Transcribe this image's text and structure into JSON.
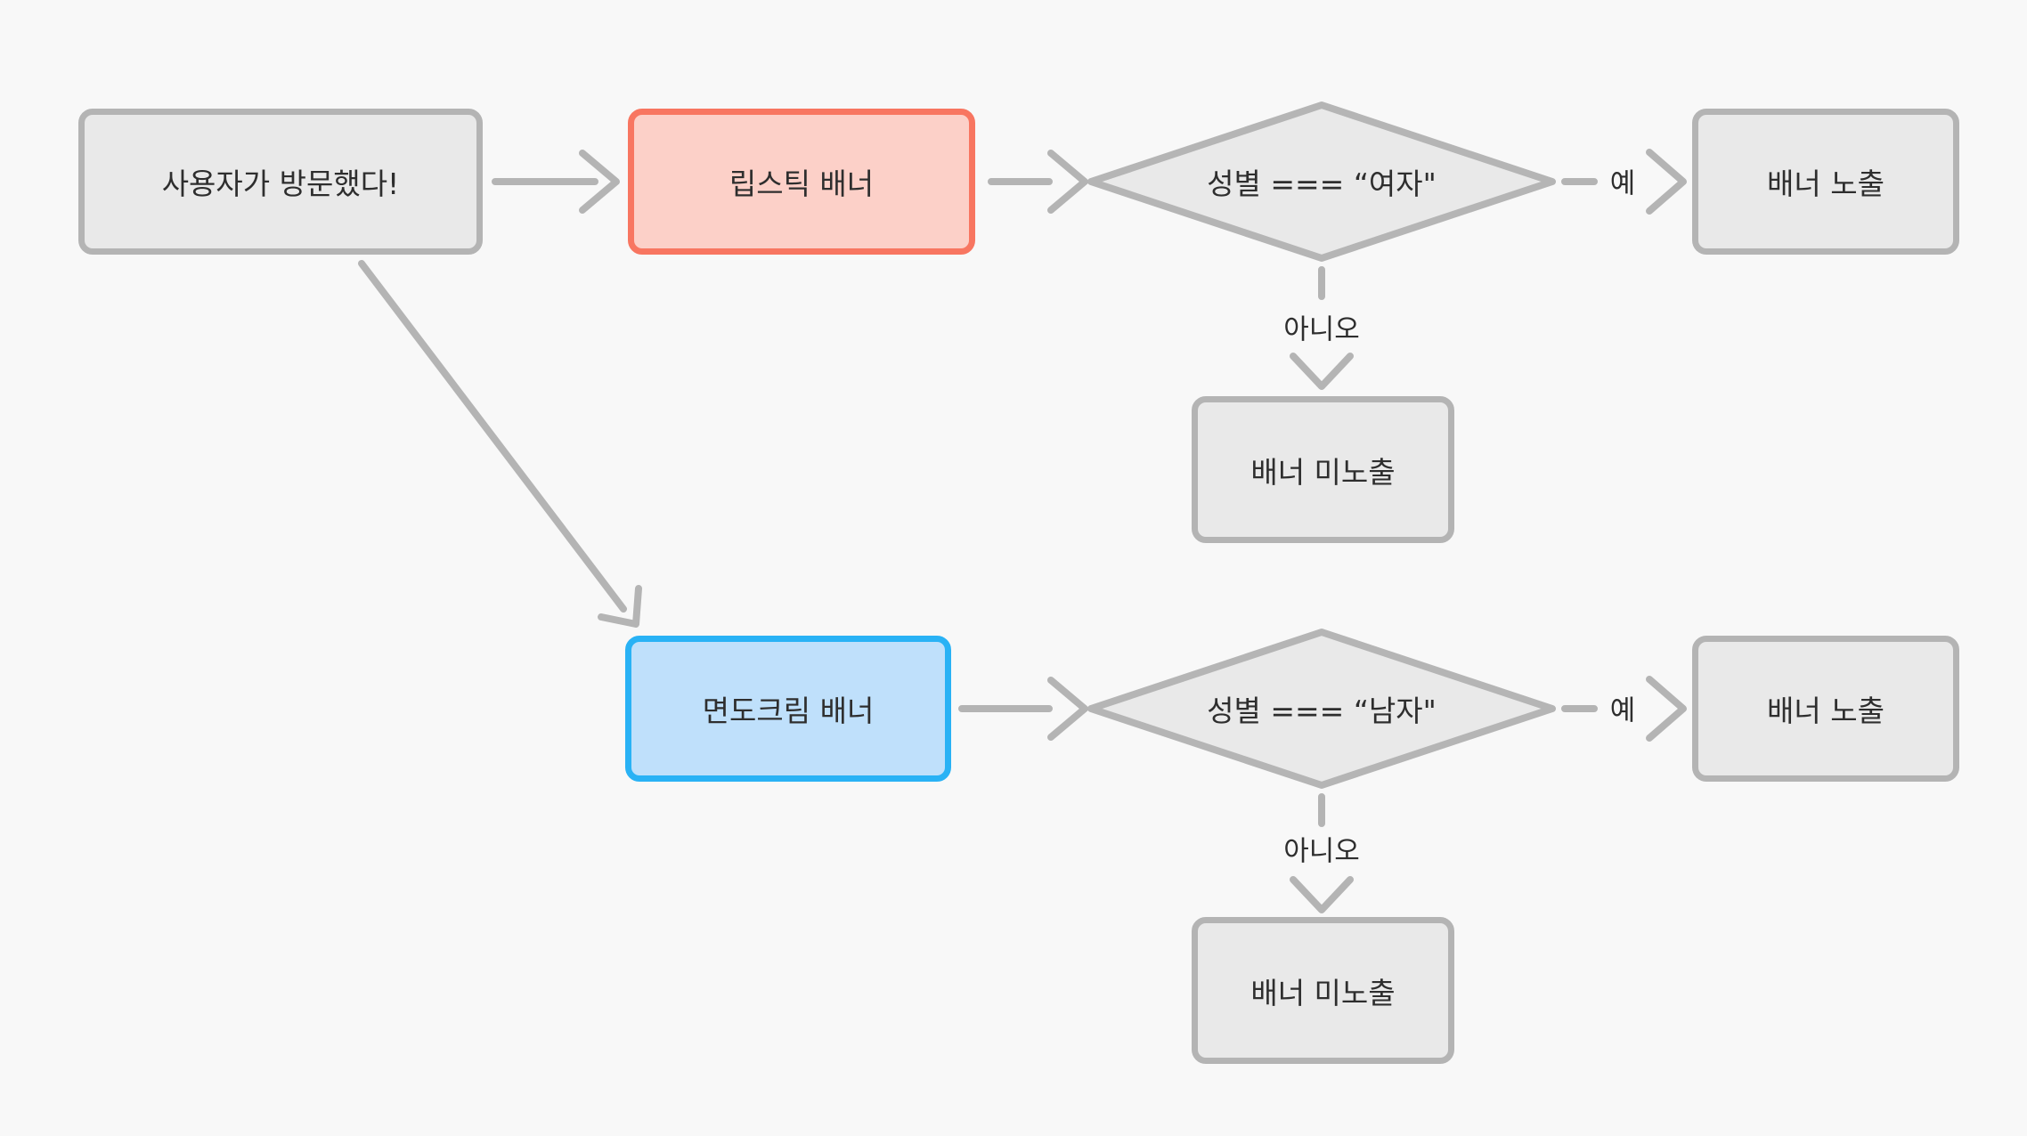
{
  "diagram": {
    "background": "#f8f8f8",
    "palette": {
      "node_fill": "#e9e9e9",
      "node_stroke": "#b4b4b4",
      "arrow_color": "#b4b4b4",
      "text_color": "#2e2e2e",
      "lipstick_fill": "#fcd0c8",
      "lipstick_stroke": "#f87661",
      "shaving_fill": "#bfe0fb",
      "shaving_stroke": "#29b2f5"
    },
    "nodes": {
      "start": {
        "label": "사용자가 방문했다!",
        "type": "process"
      },
      "lipstick_banner": {
        "label": "립스틱 배너",
        "type": "process",
        "highlight": "red"
      },
      "shaving_banner": {
        "label": "면도크림 배너",
        "type": "process",
        "highlight": "blue"
      },
      "gender_female_check": {
        "label": "성별 === “여자\"",
        "type": "decision"
      },
      "gender_male_check": {
        "label": "성별 === “남자\"",
        "type": "decision"
      },
      "banner_shown_top": {
        "label": "배너 노출",
        "type": "process"
      },
      "banner_hidden_top": {
        "label": "배너 미노출",
        "type": "process"
      },
      "banner_shown_bottom": {
        "label": "배너 노출",
        "type": "process"
      },
      "banner_hidden_bottom": {
        "label": "배너 미노출",
        "type": "process"
      }
    },
    "edge_labels": {
      "yes_top": "예",
      "no_top": "아니오",
      "yes_bottom": "예",
      "no_bottom": "아니오"
    }
  }
}
